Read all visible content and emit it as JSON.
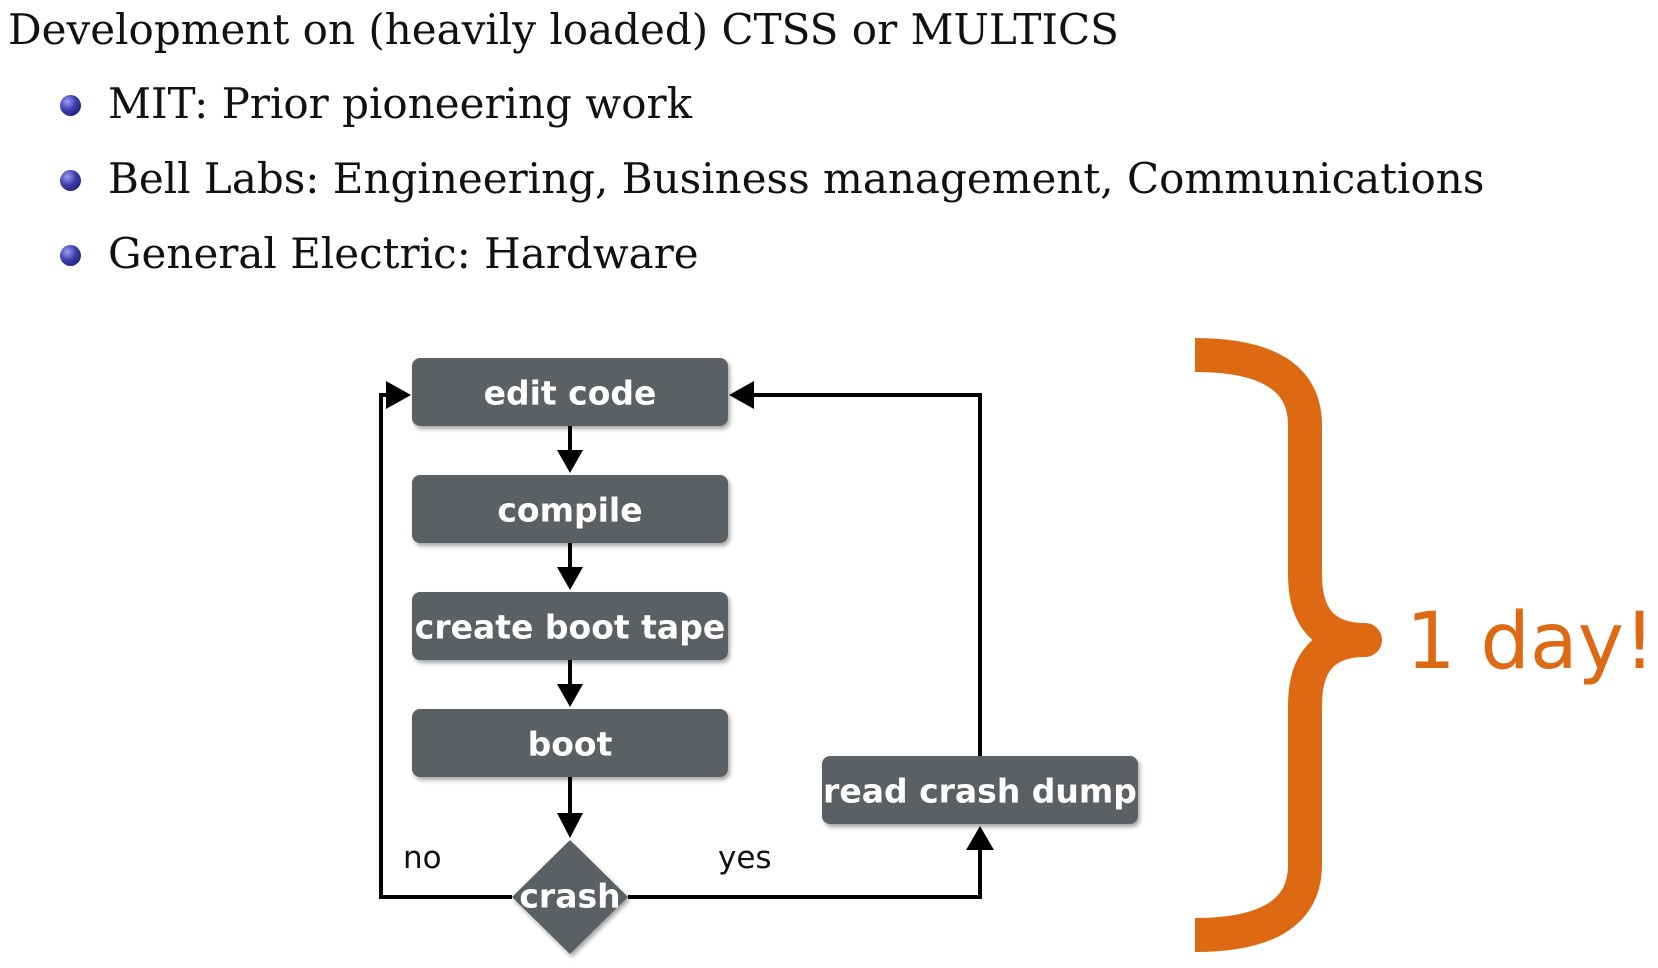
{
  "slide": {
    "heading": "Development on (heavily loaded) CTSS or MULTICS",
    "bullets": [
      "MIT: Prior pioneering work",
      "Bell Labs: Engineering, Business management, Communications",
      "General Electric: Hardware"
    ]
  },
  "flowchart": {
    "nodes": {
      "edit_code": "edit code",
      "compile": "compile",
      "create_boot_tape": "create boot tape",
      "boot": "boot",
      "crash": "crash",
      "read_crash_dump": "read crash dump"
    },
    "edge_labels": {
      "no": "no",
      "yes": "yes"
    }
  },
  "annotation": {
    "text": "1 day!"
  },
  "colors": {
    "node_fill": "#5a6063",
    "node_text": "#ffffff",
    "line": "#000000",
    "accent": "#dd6a12",
    "bullet": "#2c2e9a"
  }
}
